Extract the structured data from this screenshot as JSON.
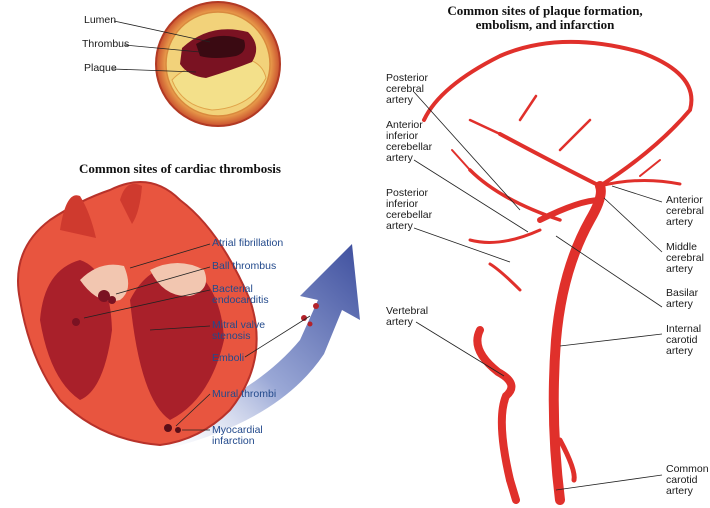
{
  "plaque_section": {
    "labels": [
      "Lumen",
      "Thrombus",
      "Plaque"
    ]
  },
  "heart_section": {
    "title": "Common sites of cardiac thrombosis",
    "labels": [
      "Atrial fibrillation",
      "Ball thrombus",
      "Bacterial\nendocarditis",
      "Mitral valve\nstenosis",
      "Emboli",
      "Mural thrombi",
      "Myocardial\ninfarction"
    ]
  },
  "brain_section": {
    "title": "Common sites of plaque formation,\nembolism, and infarction",
    "left_labels": [
      "Posterior\ncerebral\nartery",
      "Anterior\ninferior\ncerebellar\nartery",
      "Posterior\ninferior\ncerebellar\nartery",
      "Vertebral\nartery"
    ],
    "right_labels": [
      "Anterior\ncerebral\nartery",
      "Middle\ncerebral\nartery",
      "Basilar\nartery",
      "Internal\ncarotid\nartery",
      "Common\ncarotid\nartery"
    ]
  },
  "colors": {
    "artery": "#e0302b",
    "label_blue": "#234a8c",
    "arrow": "#4a5fa8"
  }
}
